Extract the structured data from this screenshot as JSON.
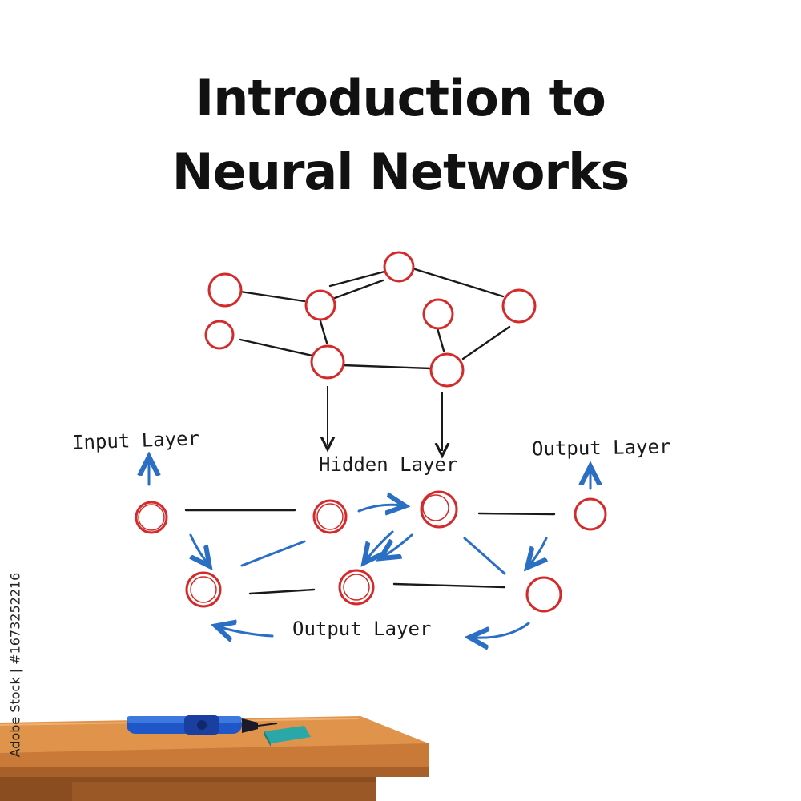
{
  "title": {
    "line1": "Introduction to",
    "line2": "Neural Networks"
  },
  "labels": {
    "input_layer": "Input Layer",
    "hidden_layer": "Hidden Layer",
    "output_layer_right": "Output Layer",
    "output_layer_bottom": "Output Layer"
  },
  "watermark": {
    "stock_id": "Adobe Stock | #1673252216"
  },
  "colors": {
    "node_stroke": "#d42a2a",
    "edge": "#1a1a1a",
    "arrow": "#2a6fc4",
    "desk_top": "#e0934a",
    "desk_edge": "#a8602a",
    "marker_body": "#1f57c8",
    "eraser": "#2aa8a8"
  },
  "objects": {
    "marker_icon": "marker-icon",
    "eraser_icon": "eraser-icon"
  }
}
